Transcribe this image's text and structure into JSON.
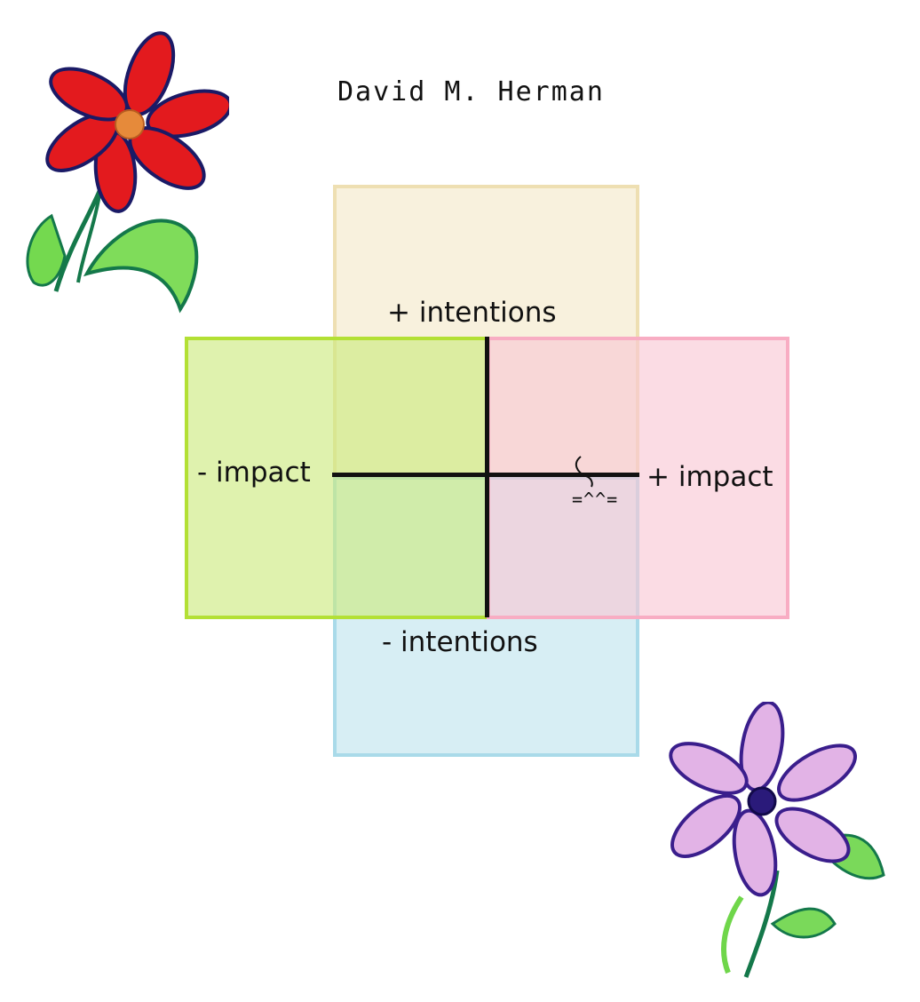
{
  "title": "David M. Herman",
  "quadrants": {
    "top": {
      "label": "+ intentions",
      "fill": "#f3e9c8",
      "border": "#eedfb2"
    },
    "bottom": {
      "label": "- intentions",
      "fill": "#bfe3ee",
      "border": "#a9dae9"
    },
    "left": {
      "label": "- impact",
      "fill": "#cbea7c",
      "border": "#b3e035"
    },
    "right": {
      "label": "+ impact",
      "fill": "#f9c7d4",
      "border": "#f8adc3"
    }
  },
  "emoticon": "=^^=",
  "colors": {
    "axis": "#111111",
    "red_flower": "#e0141a",
    "red_flower_outline": "#1a1a66",
    "purple_flower": "#d9a2d9",
    "purple_flower_outline": "#3a1e8c",
    "stem": "#14784a",
    "leaf": "#6fd64a"
  }
}
